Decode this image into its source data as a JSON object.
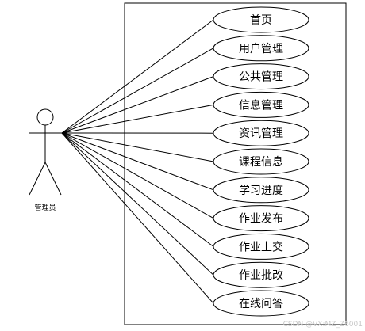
{
  "actor": {
    "label": "管理员"
  },
  "use_cases": [
    {
      "label": "首页"
    },
    {
      "label": "用户管理"
    },
    {
      "label": "公共管理"
    },
    {
      "label": "信息管理"
    },
    {
      "label": "资讯管理"
    },
    {
      "label": "课程信息"
    },
    {
      "label": "学习进度"
    },
    {
      "label": "作业发布"
    },
    {
      "label": "作业上交"
    },
    {
      "label": "作业批改"
    },
    {
      "label": "在线问答"
    }
  ],
  "watermark": "CSDN @VX:MZ_Z6001"
}
